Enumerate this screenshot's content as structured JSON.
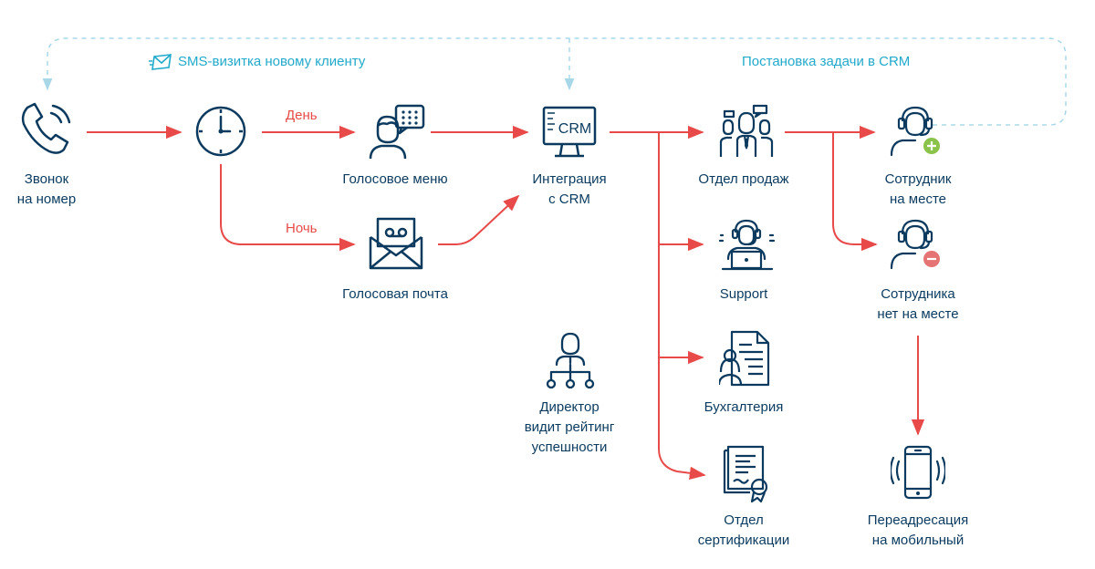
{
  "colors": {
    "navy": "#0b3a5e",
    "red_arrow": "#e84a4a",
    "teal": "#22aacc",
    "dashed": "#a8d8e8",
    "plus_green": "#8bc34a",
    "minus_red": "#e57373"
  },
  "nodes": {
    "call": {
      "icon": "phone-ringing-icon",
      "line1": "Звонок",
      "line2": "на номер"
    },
    "time": {
      "icon": "clock-icon"
    },
    "voice_menu": {
      "icon": "person-keypad-icon",
      "line1": "Голосовое меню"
    },
    "voicemail": {
      "icon": "envelope-voicemail-icon",
      "line1": "Голосовая почта"
    },
    "crm": {
      "icon": "monitor-crm-icon",
      "screen_text": "CRM",
      "line1": "Интеграция",
      "line2": "с CRM"
    },
    "director": {
      "icon": "director-hierarchy-icon",
      "line1": "Директор",
      "line2": "видит рейтинг",
      "line3": "успешности"
    },
    "sales": {
      "icon": "sales-team-icon",
      "line1": "Отдел продаж"
    },
    "support": {
      "icon": "support-operator-icon",
      "line1": "Support"
    },
    "accounting": {
      "icon": "accounting-document-icon",
      "line1": "Бухгалтерия"
    },
    "certification": {
      "icon": "certificate-icon",
      "line1": "Отдел",
      "line2": "сертификации"
    },
    "employee_present": {
      "icon": "headset-plus-icon",
      "line1": "Сотрудник",
      "line2": "на месте"
    },
    "employee_absent": {
      "icon": "headset-minus-icon",
      "line1": "Сотрудника",
      "line2": "нет на месте"
    },
    "mobile": {
      "icon": "mobile-phone-icon",
      "line1": "Переадресация",
      "line2": "на мобильный"
    }
  },
  "edge_labels": {
    "day": "День",
    "night": "Ночь",
    "sms": "SMS-визитка новому клиенту",
    "crm_task": "Постановка задачи в CRM"
  }
}
